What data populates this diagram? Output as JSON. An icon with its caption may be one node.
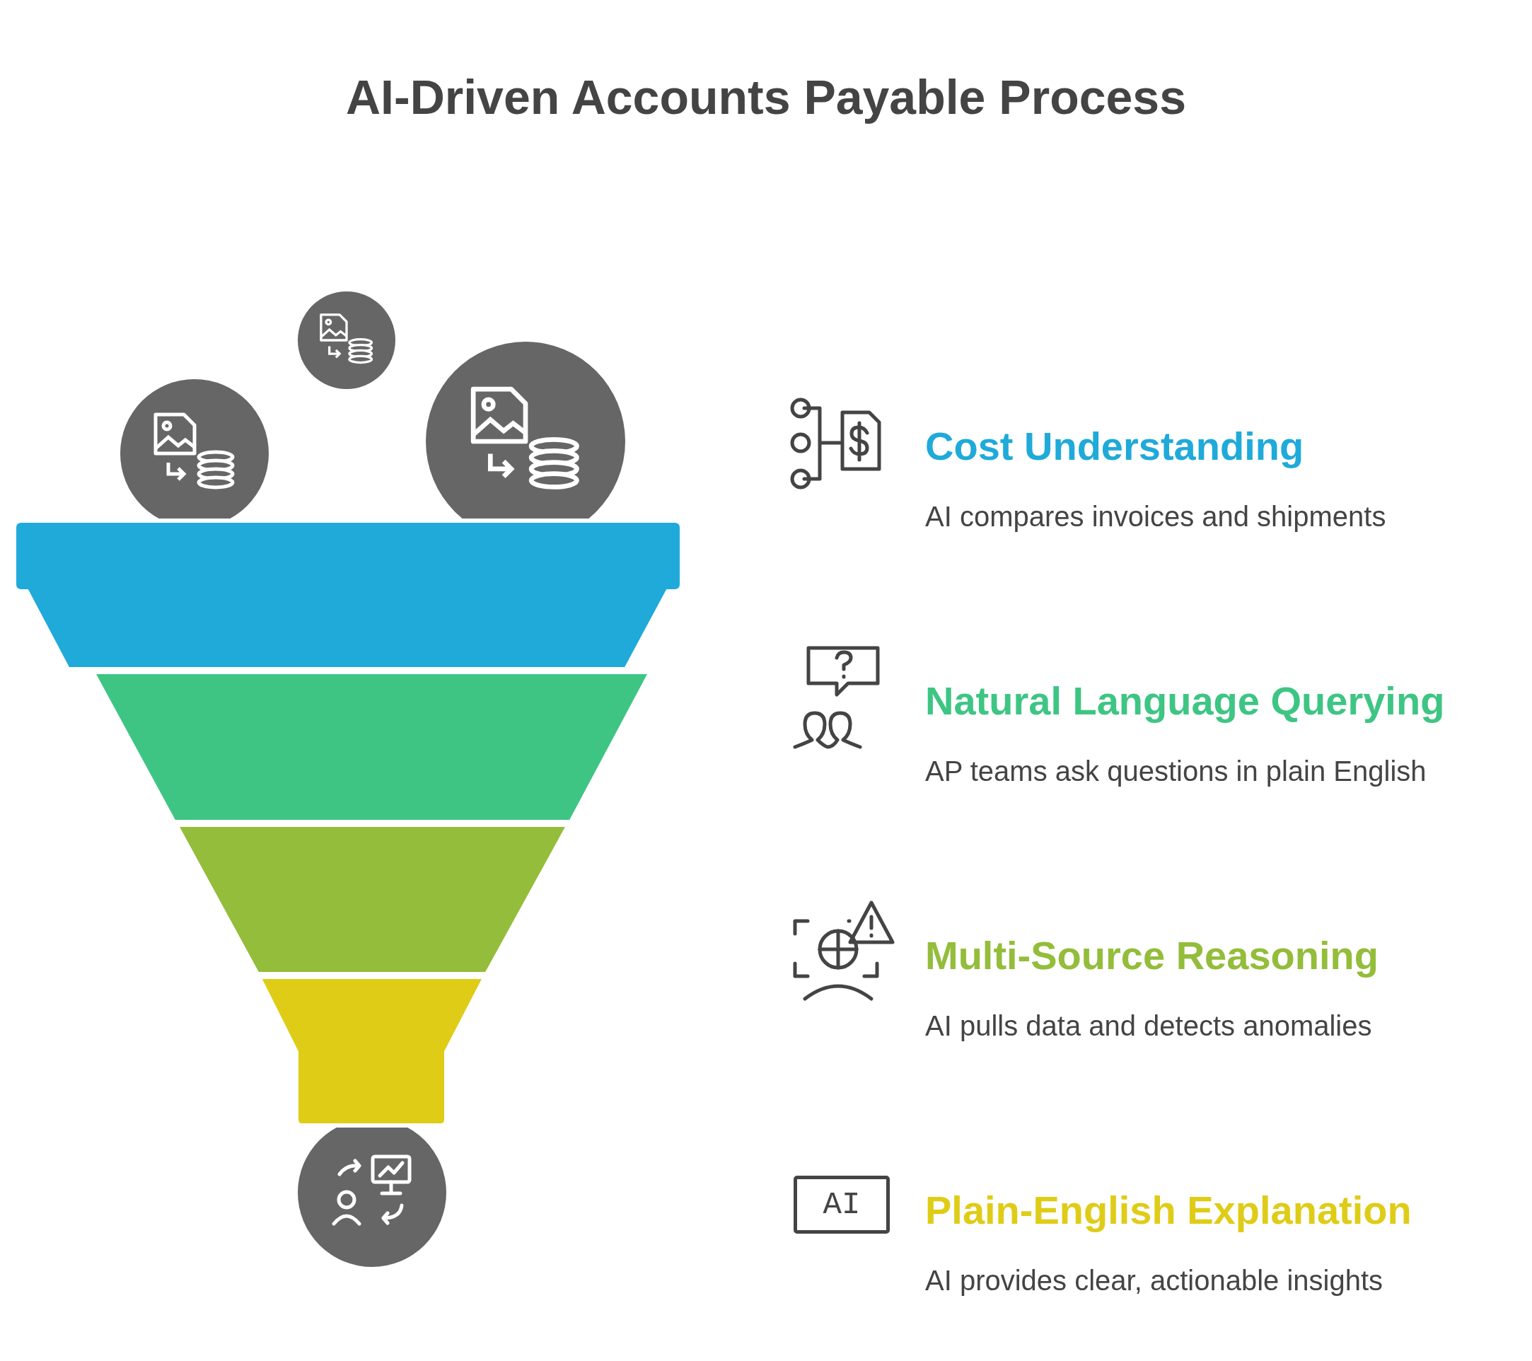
{
  "diagram": {
    "title": "AI-Driven Accounts Payable Process",
    "labels": [
      "Cost Understanding",
      "AI compares invoices and shipments",
      "Natural Language Querying",
      "AP teams ask questions in plain English",
      "Multi-Source Reasoning",
      "AI pulls data and detects anomalies",
      "AI",
      "Plain-English Explanation",
      "AI provides clear, actionable insights"
    ]
  }
}
